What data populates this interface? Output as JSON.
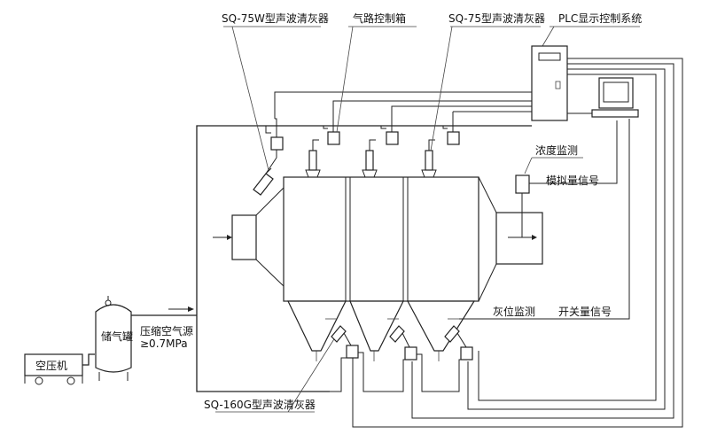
{
  "labels": {
    "sq75w": "SQ-75W型声波清灰器",
    "gas_box": "气路控制箱",
    "sq75": "SQ-75型声波清灰器",
    "plc": "PLC显示控制系统",
    "concentration": "浓度监测",
    "analog": "模拟量信号",
    "ash_level": "灰位监测",
    "switch_signal": "开关量信号",
    "air_source_line1": "压缩空气源",
    "air_source_line2": "≥0.7MPa",
    "tank": "储气罐",
    "compressor": "空压机",
    "sq160g": "SQ-160G型声波清灰器"
  }
}
